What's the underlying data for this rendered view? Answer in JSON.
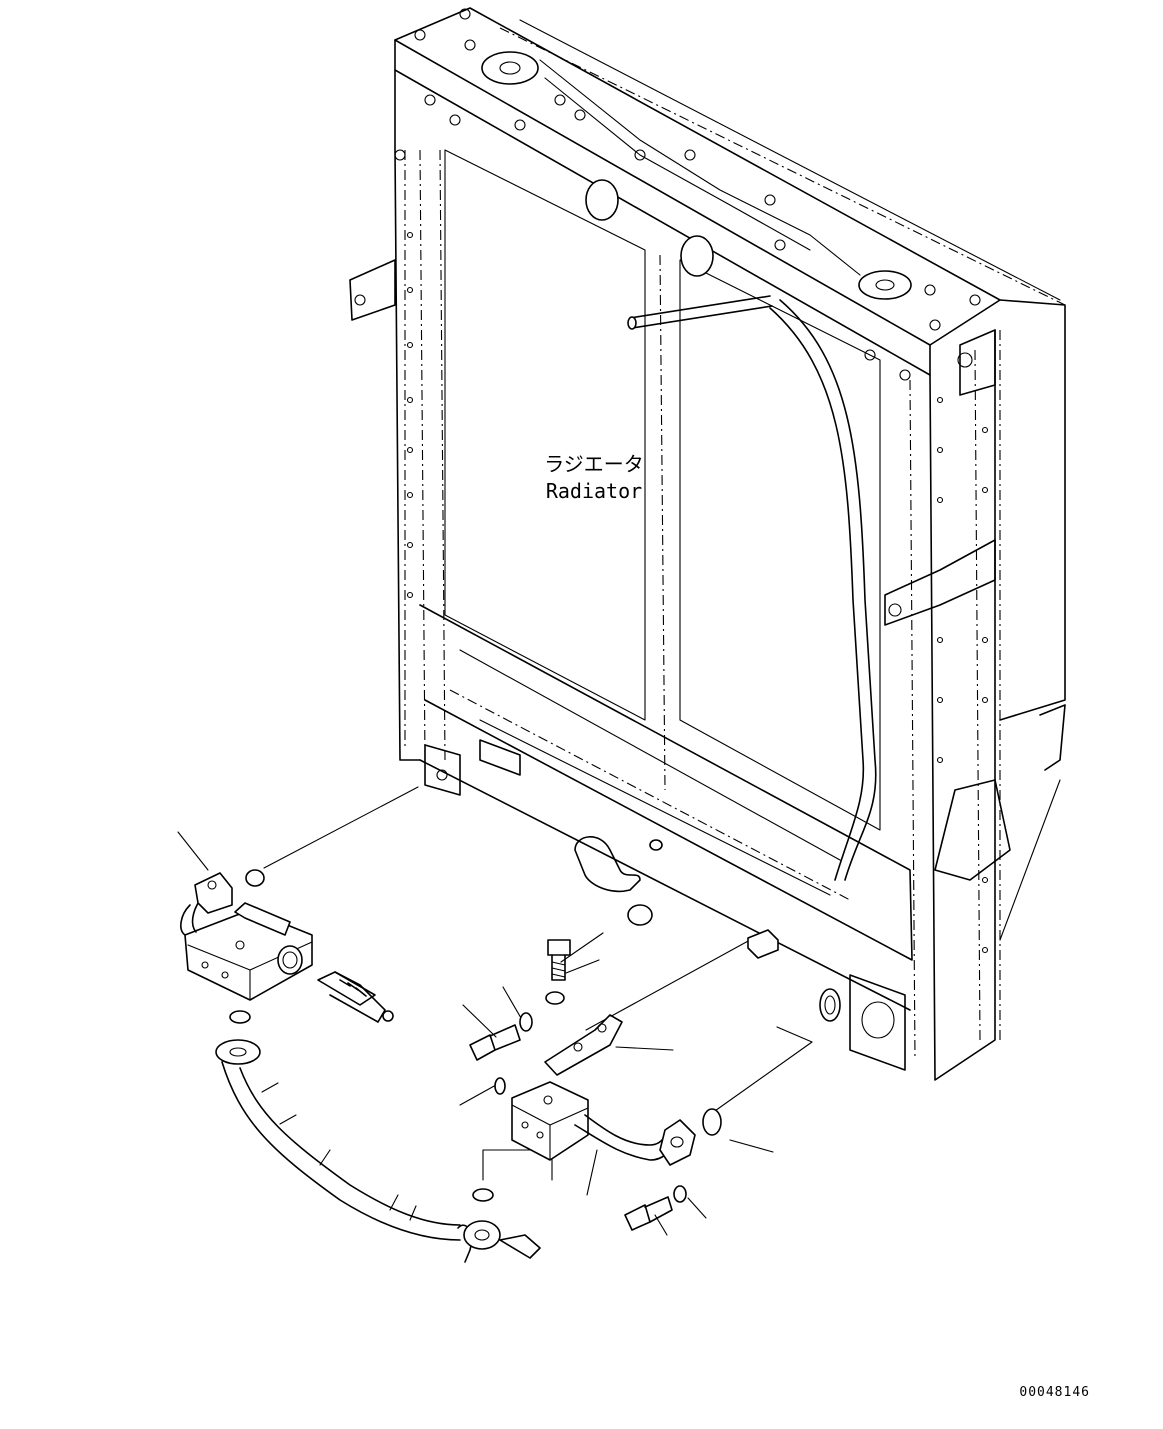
{
  "labels": {
    "radiator_jp": "ラジエータ",
    "radiator_en": "Radiator"
  },
  "drawing_number": "00048146",
  "colors": {
    "line": "#000000",
    "background": "#ffffff"
  }
}
